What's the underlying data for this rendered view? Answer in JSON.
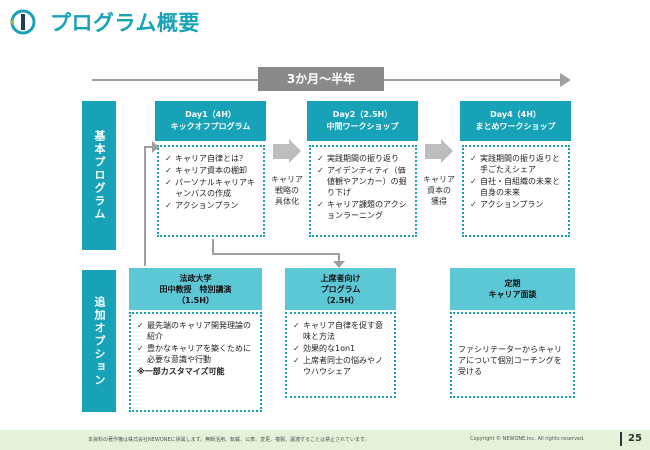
{
  "header": {
    "title": "プログラム概要",
    "accent_color": "#17a2b8"
  },
  "timeline": {
    "label": "3か月～半年"
  },
  "sections": {
    "basic": "基本プログラム",
    "option": "追加オプション"
  },
  "days": [
    {
      "title": "Day1（4H）",
      "subtitle": "キックオフプログラム",
      "items": [
        "キャリア自律とは？",
        "キャリア資本の棚卸",
        "パーソナルキャリアキャンバスの作成",
        "アクションプラン"
      ]
    },
    {
      "title": "Day2（2.5H）",
      "subtitle": "中間ワークショップ",
      "items": [
        "実践期間の振り返り",
        "アイデンティティ（価値観やアンカー）の掘り下げ",
        "キャリア課題のアクションラーニング"
      ]
    },
    {
      "title": "Day4（4H）",
      "subtitle": "まとめワークショップ",
      "items": [
        "実践期間の振り返りと手ごたえシェア",
        "自社・自組織の未来と自身の未来",
        "アクションプラン"
      ]
    }
  ],
  "between": [
    {
      "line1": "キャリア",
      "line2": "戦略の",
      "line3": "具体化"
    },
    {
      "line1": "キャリア",
      "line2": "資本の",
      "line3": "獲得"
    }
  ],
  "options": [
    {
      "line1": "法政大学",
      "line2": "田中教授　特別講演",
      "line3": "（1.5H）",
      "items": [
        "最先端のキャリア開発理論の紹介",
        "豊かなキャリアを築くために必要な意識や行動"
      ],
      "note": "※一部カスタマイズ可能"
    },
    {
      "line1": "上席者向け",
      "line2": "プログラム",
      "line3": "（2.5H）",
      "items": [
        "キャリア自律を促す意味と方法",
        "効果的な1on1",
        "上席者同士の悩みやノウハウシェア"
      ]
    },
    {
      "line1": "定期",
      "line2": "キャリア面談",
      "text": "ファシリテーターからキャリアについて個別コーチングを受ける"
    }
  ],
  "footer": {
    "notice": "本資料の著作権は株式会社NEWONEに帰属します。無断活用、転載、公表、変更、複製、譲渡することは禁止されています。",
    "copyright": "Copyright © NEWONE,Inc. All rights reserved.",
    "page": "25"
  },
  "check_glyph": "✓"
}
